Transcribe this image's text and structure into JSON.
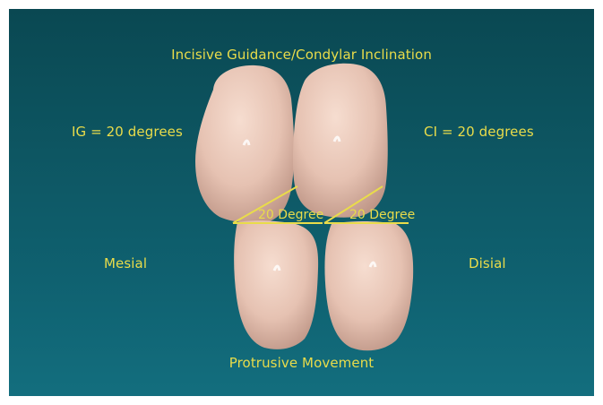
{
  "title": "Incisive Guidance/Condylar Inclination",
  "left_value": "IG = 20 degrees",
  "right_value": "CI = 20 degrees",
  "left_side": "Mesial",
  "right_side": "Disial",
  "bottom_caption": "Protrusive Movement",
  "angle_labels": [
    "20 Degree",
    "20 Degree"
  ],
  "colors": {
    "background": "#0f6170",
    "text": "#e9dc4a",
    "line": "#e9dc4a",
    "tooth": "#e7c4b4"
  }
}
